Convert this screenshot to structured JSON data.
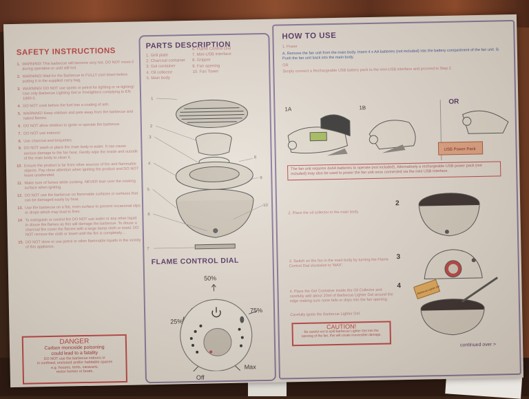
{
  "safety": {
    "title": "SAFETY INSTRUCTIONS",
    "items": [
      {
        "num": "1.",
        "text": "WARNING! This barbecue will become very hot. DO NOT move it during operation or until still hot."
      },
      {
        "num": "2.",
        "text": "WARNING! Wait for the Barbecue to FULLY cool down before putting it in the supplied carry bag."
      },
      {
        "num": "3.",
        "text": "WARNING! DO NOT use spirits or petrol for lighting or re-lighting! Use only Barbecue Lighting Gel or Firelighters complying to EN 1860-3."
      },
      {
        "num": "4.",
        "text": "DO NOT cook before the fuel has a coating of ash."
      },
      {
        "num": "5.",
        "text": "WARNING! Keep children and pets away from the barbecue and naked flames."
      },
      {
        "num": "6.",
        "text": "DO NOT allow children to ignite or operate the barbecue."
      },
      {
        "num": "7.",
        "text": "DO NOT use indoors!"
      },
      {
        "num": "8.",
        "text": "Use charcoal and briquettes."
      },
      {
        "num": "9.",
        "text": "DO NOT wash or place the main body in water. It can cause serious damage to the fan heat. Gently wipe the inside and outside of the main body to clean it."
      },
      {
        "num": "10.",
        "text": "Ensure the product is far from other sources of fire and flammable objects. Pay close attention when igniting the product and DO NOT leave unattended."
      },
      {
        "num": "11.",
        "text": "Make sure of fumes while cooking. NEVER lean over the cooking surface when igniting."
      },
      {
        "num": "12.",
        "text": "DO NOT use the barbecue on flammable surfaces or surfaces that can be damaged easily by heat."
      },
      {
        "num": "13.",
        "text": "Use the barbecue on a flat, even surface to prevent occasional slips or drops which may lead to fires."
      },
      {
        "num": "14.",
        "text": "To extinguish or control fire DO NOT use water or any other liquid to douse the flames as this will damage the barbecue. To douse a charcoal fire cover the flames with a large damp cloth or towel. DO NOT remove the cloth or towel until the fire is completely extinguished."
      },
      {
        "num": "15.",
        "text": "DO NOT store or use petrol or other flammable liquids in the vicinity of this appliance."
      }
    ],
    "danger_title": "DANGER",
    "danger_line1": "Carbon monoxide poisoning",
    "danger_line2": "could lead to a fatality",
    "danger_small1": "DO NOT use the barbecue indoors or",
    "danger_small2": "in confined, enclosed and/or habitable spaces",
    "danger_small3": "e.g. houses, tents, caravans,",
    "danger_small4": "motor homes or boats."
  },
  "parts": {
    "title": "PARTS DESCRIPTION",
    "col1": [
      "1. Grill plate",
      "2. Charcoal container",
      "3. Gel container",
      "4. Oil collector",
      "5. Main body"
    ],
    "col2": [
      "6. Flame Control Dial",
      "7. Mini-USB interface",
      "8. Gripper",
      "9. Fan opening",
      "10. Fan Tower"
    ],
    "callouts": [
      "1",
      "2",
      "3",
      "4",
      "5",
      "6",
      "7",
      "8",
      "9",
      "10"
    ]
  },
  "dial": {
    "title": "FLAME CONTROL DIAL",
    "pct50": "50%",
    "pct25": "25%",
    "pct75": "75%",
    "off": "Off",
    "max": "Max"
  },
  "howto": {
    "title": "HOW TO USE",
    "step1": "1.   Power",
    "lineA": "A. Remove the fan unit from the main body. Insert 4 x AA batteries (not included) into the battery compartment of the fan unit.  B. Push the fan unit back into the main body.",
    "or1": "OR",
    "lineB": "Simply connect a Rechargeable USB battery pack to the mini-USB interface and proceed to Step 2.",
    "labelA": "1A",
    "labelB": "1B",
    "or2": "OR",
    "usb_pack": "USB Power Pack",
    "note": "The fan unit requires 4xAA batteries to operate (not included). Alternatively a rechargeable USB power pack (not included) may also be used to power the fan unit once connected via the mini USB interface.",
    "step2_num": "2",
    "step2_text": "2.  Place the oil collector in the main body.",
    "step3_num": "3",
    "step3_text": "3.  Switch on the fan in the main body by turning the Flame Control Dial clockwise to 'MAX'.",
    "step4_num": "4",
    "step4_text": "4.  Place the Gel Container inside the Oil Collector and carefully add about 20ml of Barbecue Lighter Gel around the edge making sure none falls or drips into the fan opening.",
    "step4_sub": "Carefully ignite the Barbecue Lighter Gel.",
    "caution_title": "CAUTION!",
    "caution_line1": "Be careful not to spill Barbecue Lighter Gel into the",
    "caution_line2": "opening of the fan, this will create irreversible damage.",
    "gel_label": "Barbecue Lighter Gel",
    "continued": "continued over >"
  }
}
